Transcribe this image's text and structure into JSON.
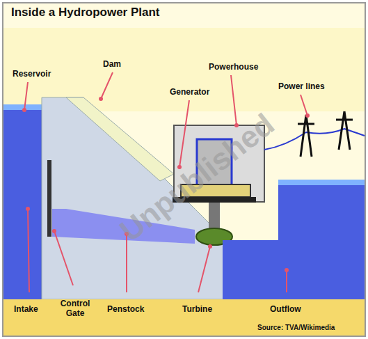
{
  "diagram": {
    "title": "Inside a Hydropower Plant",
    "labels": [
      "Reservoir",
      "Dam",
      "Generator",
      "Powerhouse",
      "Power lines",
      "Intake",
      "Control Gate",
      "Penstock",
      "Turbine",
      "Outflow",
      "Source: TVA/Wikimedia",
      "Unpublished"
    ]
  }
}
